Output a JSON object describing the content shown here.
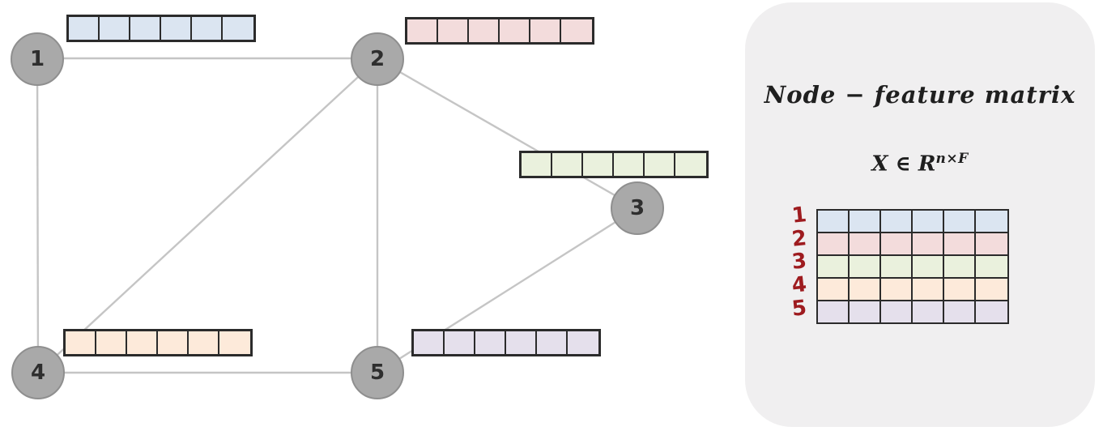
{
  "colors": {
    "node_fill": "#a9a9a9",
    "node_border": "#8f8f8f",
    "edge": "#c5c5c5",
    "cell_border": "#2b2b2b",
    "panel_background": "#f0eff0",
    "handwriting_red": "#9e1b1f",
    "feature_blue": "#dbe5f1",
    "feature_pink": "#f3dcdc",
    "feature_green": "#eaf1dd",
    "feature_orange": "#fdeada",
    "feature_purple": "#e5e0ec"
  },
  "graph": {
    "nodes": [
      {
        "id": "1",
        "label": "1",
        "feature_color": "#dbe5f1",
        "feature_cells": 6
      },
      {
        "id": "2",
        "label": "2",
        "feature_color": "#f3dcdc",
        "feature_cells": 6
      },
      {
        "id": "3",
        "label": "3",
        "feature_color": "#eaf1dd",
        "feature_cells": 6
      },
      {
        "id": "4",
        "label": "4",
        "feature_color": "#fdeada",
        "feature_cells": 6
      },
      {
        "id": "5",
        "label": "5",
        "feature_color": "#e5e0ec",
        "feature_cells": 6
      }
    ],
    "edges": [
      [
        "1",
        "2"
      ],
      [
        "1",
        "4"
      ],
      [
        "2",
        "3"
      ],
      [
        "2",
        "4"
      ],
      [
        "2",
        "5"
      ],
      [
        "3",
        "5"
      ],
      [
        "4",
        "5"
      ]
    ]
  },
  "panel": {
    "title": "Node − feature matrix",
    "formula": {
      "base": "X ∈ R",
      "superscript": "n×F"
    },
    "matrix": {
      "columns": 6,
      "rows": [
        {
          "label": "1",
          "color": "#dbe5f1"
        },
        {
          "label": "2",
          "color": "#f3dcdc"
        },
        {
          "label": "3",
          "color": "#eaf1dd"
        },
        {
          "label": "4",
          "color": "#fdeada"
        },
        {
          "label": "5",
          "color": "#e5e0ec"
        }
      ]
    }
  }
}
